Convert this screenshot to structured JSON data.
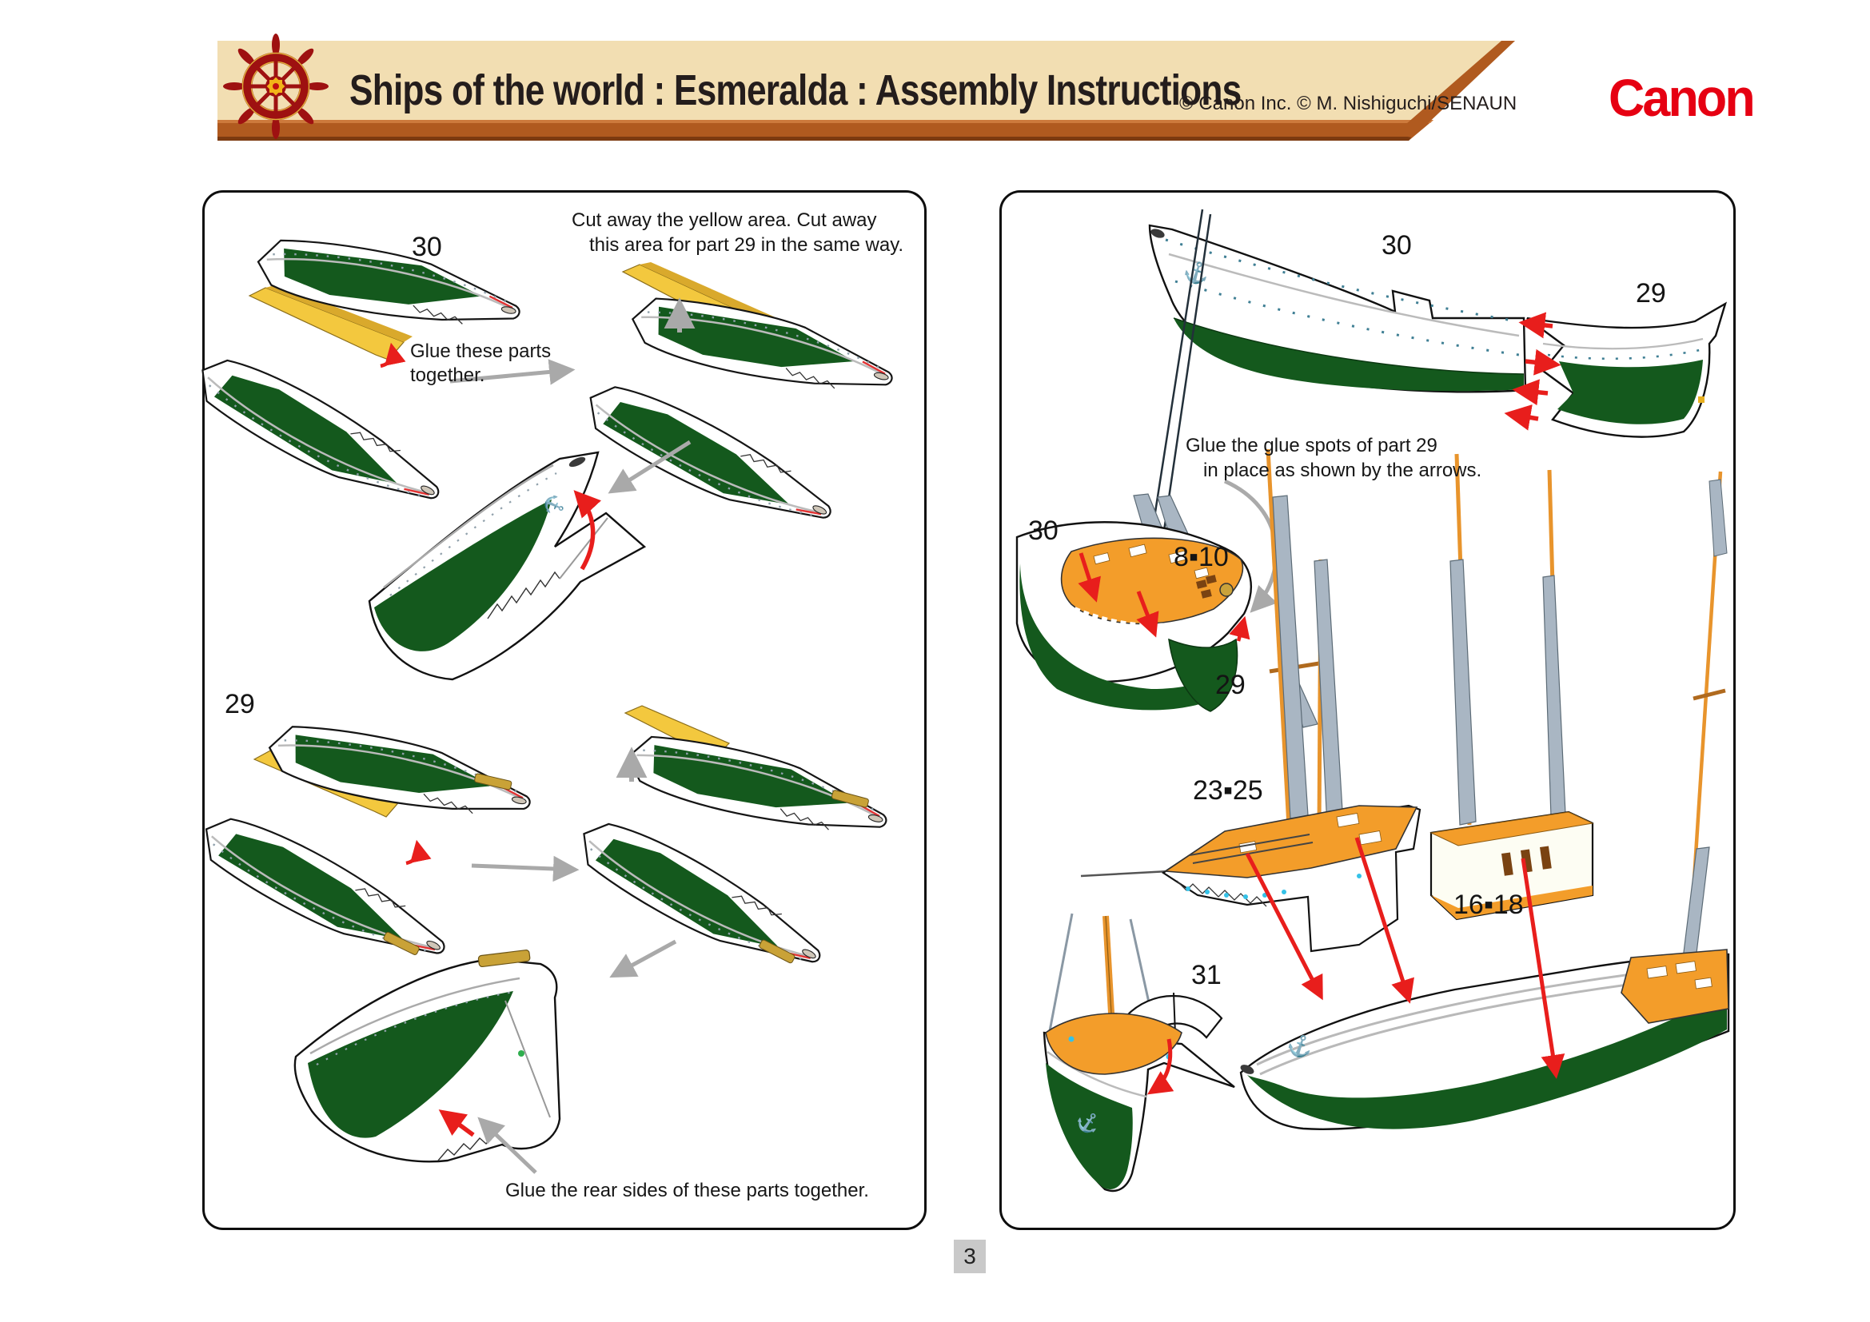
{
  "header": {
    "title": "Ships of the world : Esmeralda : Assembly Instructions",
    "copyright": "© Canon Inc. © M. Nishiguchi/SENAUN",
    "brand": "Canon"
  },
  "footer": {
    "page_number": "3"
  },
  "left_panel": {
    "labels": {
      "part30": "30",
      "part29": "29"
    },
    "notes": {
      "cut_line1": "Cut away the yellow area. Cut away",
      "cut_line2": "this area for part 29 in the same way.",
      "glue_line1": "Glue these parts",
      "glue_line2": "together.",
      "rear_note": "Glue the rear sides of these parts together."
    }
  },
  "right_panel": {
    "labels": {
      "part30_top": "30",
      "part29_top": "29",
      "part30_mid": "30",
      "part8_10": "8▪10",
      "part29_mid": "29",
      "part23_25": "23▪25",
      "part16_18": "16▪18",
      "part31": "31"
    },
    "notes": {
      "glue_spots_line1": "Glue the glue spots of part 29",
      "glue_spots_line2": "in place as shown by the arrows."
    }
  },
  "art": {
    "anchor_glyph": "⚓"
  },
  "colors": {
    "hull_green": "#14591d",
    "deck_orange": "#f39d2a",
    "cut_yellow": "#f3c83e",
    "arrow_red": "#e81e1c",
    "arrow_gray": "#a9a9a9",
    "banner_tan": "#f2deb2",
    "wood_brown": "#b05a1f",
    "canon_red": "#e60012"
  }
}
